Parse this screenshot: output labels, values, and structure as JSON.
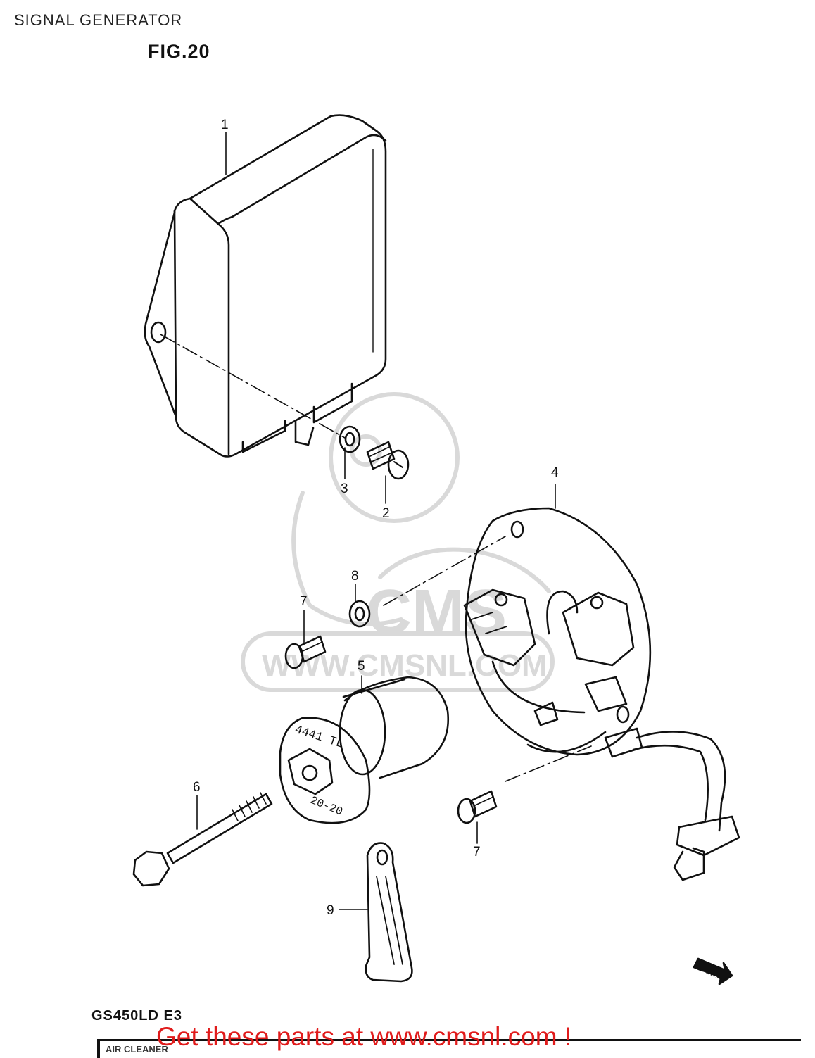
{
  "title": "SIGNAL GENERATOR",
  "figure": "FIG.20",
  "model": "GS450LD E3",
  "footer_band_text": "AIR CLEANER",
  "cta": "Get these parts at www.cmsnl.com !",
  "watermark": {
    "logo_text": "CMS",
    "url": "WWW.CMSNL.COM"
  },
  "stamps": {
    "rotor_top": "4441 TL",
    "rotor_bottom": "20-20",
    "fwd": "FWD"
  },
  "callouts": {
    "c1": "1",
    "c2": "2",
    "c3": "3",
    "c4": "4",
    "c5": "5",
    "c6": "6",
    "c7a": "7",
    "c7b": "7",
    "c8": "8",
    "c9": "9"
  },
  "colors": {
    "ink": "#111111",
    "watermark": "#d9d9d9",
    "cta": "#e01b1b"
  }
}
